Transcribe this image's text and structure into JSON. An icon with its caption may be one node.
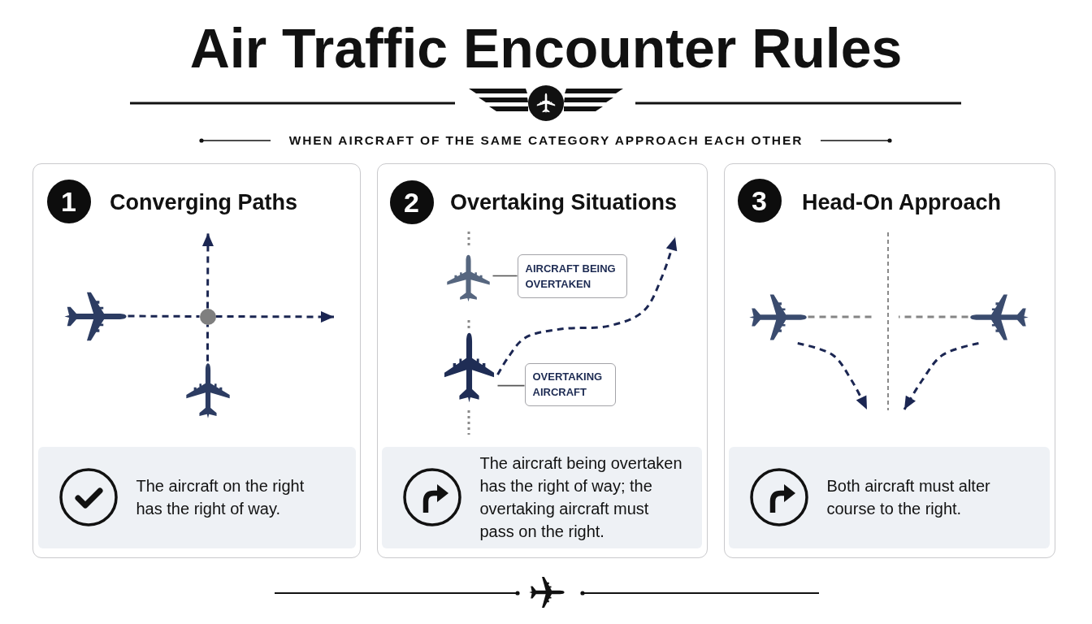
{
  "diagram": {
    "title": "Air Traffic Encounter Rules",
    "nodes": [
      {
        "text": [
          "Converging Paths"
        ]
      },
      {
        "text": [
          "1"
        ],
        "in": 0
      },
      {
        "text": [],
        "shape": "airplane",
        "in": 0
      },
      {
        "text": [],
        "shape": "airplane",
        "in": 0
      },
      {
        "text": [],
        "shape": "circle",
        "in": 0
      },
      {
        "text": [
          "The aircraft on the right has the right of way."
        ],
        "in": 0
      },
      {
        "text": [
          "Overtaking Situations"
        ]
      },
      {
        "text": [
          "2"
        ],
        "in": 6
      },
      {
        "text": [],
        "shape": "airplane",
        "in": 6
      },
      {
        "text": [
          "AIRCRAFT BEING OVERTAKEN"
        ],
        "in": 6
      },
      {
        "text": [],
        "shape": "airplane",
        "in": 6
      },
      {
        "text": [
          "OVERTAKING AIRCRAFT"
        ],
        "in": 6
      },
      {
        "text": [
          "The aircraft being overtaken has the right of way; the overtaking aircraft must pass on the right."
        ],
        "in": 6
      },
      {
        "text": [
          "Head-On Approach"
        ]
      },
      {
        "text": [
          "3"
        ],
        "in": 13
      },
      {
        "text": [],
        "shape": "airplane",
        "in": 13
      },
      {
        "text": [],
        "shape": "airplane",
        "in": 13
      },
      {
        "text": [
          "Both aircraft must alter course to the right."
        ],
        "in": 13
      }
    ],
    "edges": [
      {
        "from": 2,
        "to": 4,
        "arrow": "none",
        "style": "dashed"
      },
      {
        "from": 4,
        "to": null,
        "arrow": "to",
        "style": "dashed"
      },
      {
        "from": 3,
        "to": 4,
        "arrow": "none",
        "style": "dashed"
      },
      {
        "from": 4,
        "to": null,
        "arrow": "to",
        "style": "dashed"
      },
      {
        "from": 9,
        "to": 8,
        "arrow": "none",
        "color": "#555555"
      },
      {
        "from": 11,
        "to": 10,
        "arrow": "none",
        "color": "#555555"
      },
      {
        "from": 10,
        "to": null,
        "arrow": "to",
        "style": "dashed"
      },
      {
        "from": 15,
        "to": null,
        "arrow": "none",
        "style": "dashed",
        "color": "#858585"
      },
      {
        "from": 16,
        "to": null,
        "arrow": "none",
        "style": "dashed",
        "color": "#858585"
      },
      {
        "from": 15,
        "to": null,
        "arrow": "to",
        "style": "dashed"
      },
      {
        "from": 16,
        "to": null,
        "arrow": "to",
        "style": "dashed"
      }
    ],
    "labels": [
      "WHEN AIRCRAFT OF THE SAME CATEGORY APPROACH EACH OTHER"
    ]
  }
}
